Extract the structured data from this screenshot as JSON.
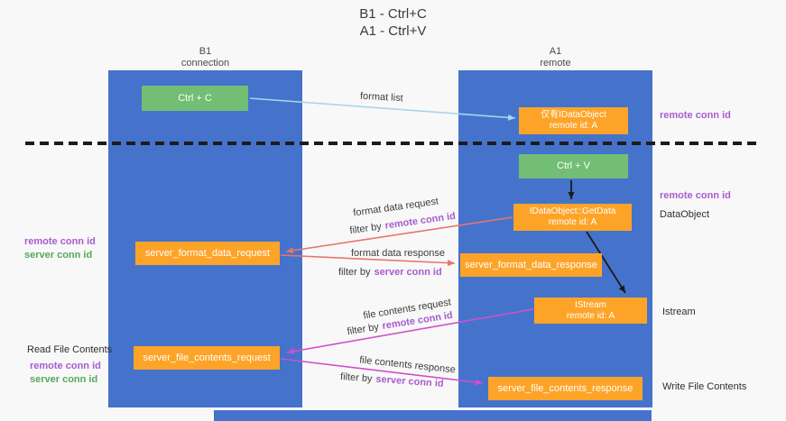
{
  "title": {
    "line1": "B1 - Ctrl+C",
    "line2": "A1 - Ctrl+V"
  },
  "lanes": {
    "left": {
      "title": "B1",
      "subtitle": "connection"
    },
    "right": {
      "title": "A1",
      "subtitle": "remote"
    }
  },
  "nodes": {
    "ctrl_c": {
      "label": "Ctrl + C"
    },
    "ctrl_v": {
      "label": "Ctrl + V"
    },
    "clipboard_object": {
      "line1": "仅有IDataObject",
      "line2": "remote id: A"
    },
    "get_data": {
      "line1": "IDataObject::GetData",
      "line2": "remote id: A"
    },
    "istream": {
      "line1": "IStream",
      "line2": "remote id: A"
    },
    "format_request": {
      "label": "server_format_data_request"
    },
    "format_response": {
      "label": "server_format_data_response"
    },
    "file_request": {
      "label": "server_file_contents_request"
    },
    "file_response": {
      "label": "server_file_contents_response"
    }
  },
  "arrows": {
    "format_list": {
      "label": "format list"
    },
    "format_data_request": {
      "label": "format data request",
      "filter_prefix": "filter by",
      "filter_key": "remote conn id"
    },
    "format_data_response": {
      "label": "format data response",
      "filter_prefix": "filter by",
      "filter_key": "server conn id"
    },
    "file_contents_request": {
      "label": "file contents request",
      "filter_prefix": "filter by",
      "filter_key": "remote conn id"
    },
    "file_contents_response": {
      "label": "file contents response",
      "filter_prefix": "filter by",
      "filter_key": "server conn id"
    }
  },
  "annotations": {
    "right_remote_conn_id_1": "remote conn id",
    "right_remote_conn_id_2": "remote conn id",
    "data_object": "DataObject",
    "istream_caption": "Istream",
    "write_file_contents": "Write File Contents",
    "read_file_contents": "Read File Contents",
    "left_top": {
      "remote": "remote conn id",
      "server": "server conn id"
    },
    "left_bottom": {
      "remote": "remote conn id",
      "server": "server conn id"
    }
  },
  "colors": {
    "lane-blue": "#4573CC",
    "box-green": "#71BE74",
    "box-orange": "#FDA428",
    "purple": "#A85CD0",
    "green-text": "#55A85A",
    "arrow-blue": "#A8D4EE",
    "arrow-red": "#E8756B",
    "arrow-magenta": "#D24FC8",
    "arrow-black": "#1A1A1A"
  }
}
